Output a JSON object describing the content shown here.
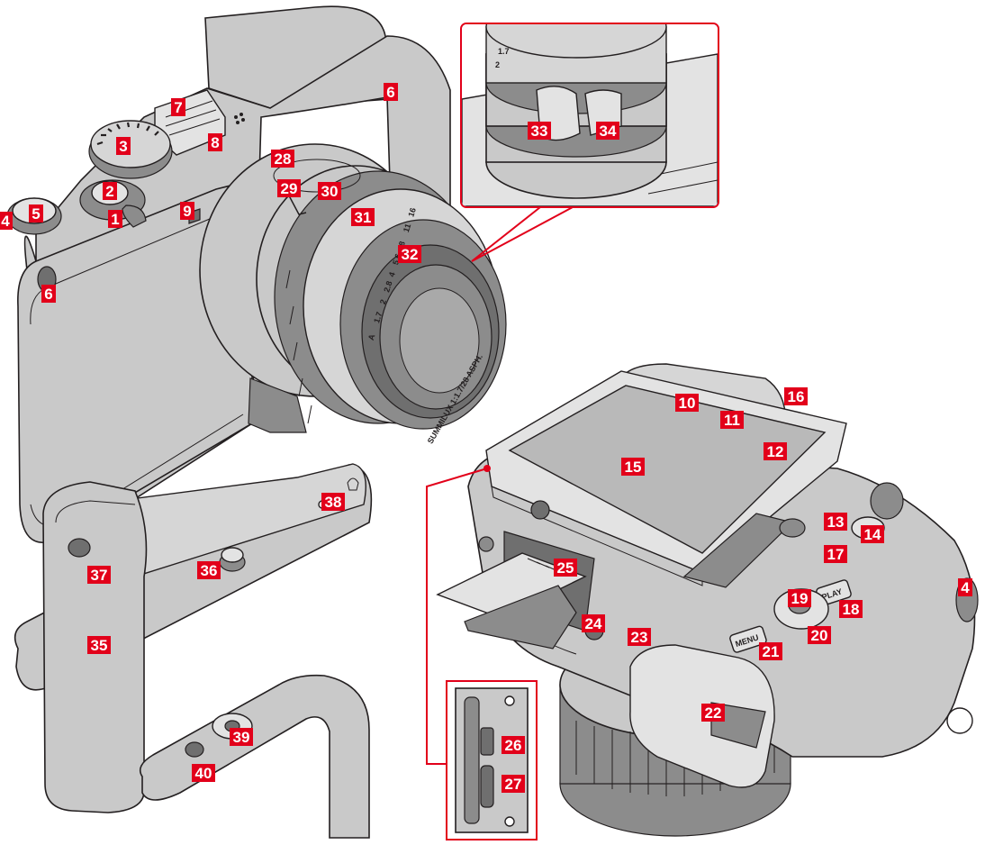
{
  "accent_color": "#e2001a",
  "callouts": [
    {
      "id": "1",
      "label": "1"
    },
    {
      "id": "2",
      "label": "2"
    },
    {
      "id": "3",
      "label": "3"
    },
    {
      "id": "4a",
      "label": "4"
    },
    {
      "id": "4b",
      "label": "4"
    },
    {
      "id": "5",
      "label": "5"
    },
    {
      "id": "6a",
      "label": "6"
    },
    {
      "id": "6b",
      "label": "6"
    },
    {
      "id": "7",
      "label": "7"
    },
    {
      "id": "8",
      "label": "8"
    },
    {
      "id": "9",
      "label": "9"
    },
    {
      "id": "10",
      "label": "10"
    },
    {
      "id": "11",
      "label": "11"
    },
    {
      "id": "12",
      "label": "12"
    },
    {
      "id": "13",
      "label": "13"
    },
    {
      "id": "14",
      "label": "14"
    },
    {
      "id": "15",
      "label": "15"
    },
    {
      "id": "16",
      "label": "16"
    },
    {
      "id": "17",
      "label": "17"
    },
    {
      "id": "18",
      "label": "18"
    },
    {
      "id": "19",
      "label": "19"
    },
    {
      "id": "20",
      "label": "20"
    },
    {
      "id": "21",
      "label": "21"
    },
    {
      "id": "22",
      "label": "22"
    },
    {
      "id": "23",
      "label": "23"
    },
    {
      "id": "24",
      "label": "24"
    },
    {
      "id": "25",
      "label": "25"
    },
    {
      "id": "26",
      "label": "26"
    },
    {
      "id": "27",
      "label": "27"
    },
    {
      "id": "28",
      "label": "28"
    },
    {
      "id": "29",
      "label": "29"
    },
    {
      "id": "30",
      "label": "30"
    },
    {
      "id": "31",
      "label": "31"
    },
    {
      "id": "32",
      "label": "32"
    },
    {
      "id": "33",
      "label": "33"
    },
    {
      "id": "34",
      "label": "34"
    },
    {
      "id": "35",
      "label": "35"
    },
    {
      "id": "36",
      "label": "36"
    },
    {
      "id": "37",
      "label": "37"
    },
    {
      "id": "38",
      "label": "38"
    },
    {
      "id": "39",
      "label": "39"
    },
    {
      "id": "40",
      "label": "40"
    }
  ],
  "lens_text": {
    "brand": "SUMMILUX 1:1.7/28 ASPH.",
    "aperture_scale": [
      "1.7",
      "2",
      "2.8",
      "4",
      "5.6",
      "8",
      "11",
      "16"
    ],
    "aperture_auto": "A"
  },
  "buttons": {
    "play": "PLAY",
    "menu": "MENU"
  }
}
